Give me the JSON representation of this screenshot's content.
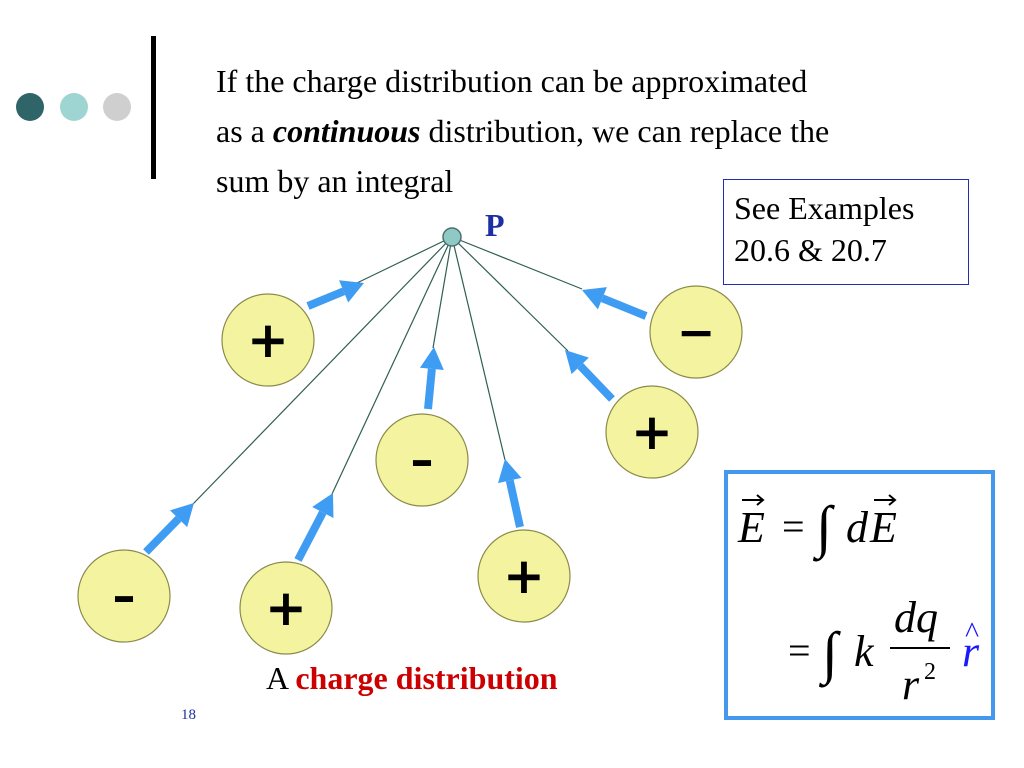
{
  "decor": {
    "dots": [
      {
        "name": "dot-dark",
        "color": "#2f6468"
      },
      {
        "name": "dot-teal",
        "color": "#9ed5d2"
      },
      {
        "name": "dot-gray",
        "color": "#cfcfcf"
      }
    ]
  },
  "intro": {
    "line1": "If the charge distribution can be approximated",
    "line2_before": "as a ",
    "line2_keyword": "continuous",
    "line2_after": " distribution, we can replace the",
    "line3": "sum by an integral"
  },
  "reference_box": {
    "line1": "See Examples",
    "line2": "20.6 & 20.7"
  },
  "diagram": {
    "point_label": "P",
    "colors": {
      "charge_fill": "#f4f39f",
      "arrow": "#3f9cf3",
      "line": "#2f5f52",
      "point": "#8ec9c6",
      "label": "#1c2fa3"
    },
    "charges": [
      {
        "sign": "+"
      },
      {
        "sign": "−"
      },
      {
        "sign": "+"
      },
      {
        "sign": "–"
      },
      {
        "sign": "+"
      },
      {
        "sign": "+"
      },
      {
        "sign": "–"
      }
    ]
  },
  "formula": {
    "line1": {
      "lhs": "E",
      "equals": "=",
      "integral": "∫",
      "d": "d",
      "rhs": "E"
    },
    "line2": {
      "equals": "=",
      "integral": "∫",
      "k": "k",
      "numerator": "dq",
      "denominator": "r",
      "exponent": "2",
      "unit_vector": "r",
      "hat": "^"
    },
    "unit_vector_color": "#1a1aff"
  },
  "caption": {
    "prefix": "A ",
    "keyword": "charge distribution"
  },
  "slide_number": "18"
}
